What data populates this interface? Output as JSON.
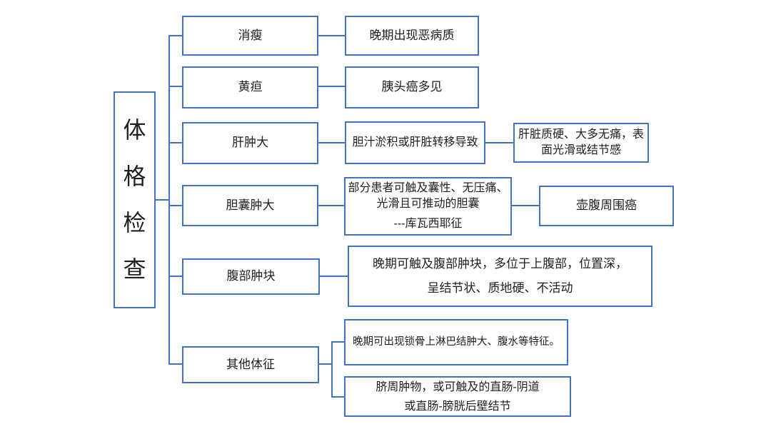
{
  "colors": {
    "accent": "#4472C4",
    "text": "#1f1f1f",
    "background": "#ffffff"
  },
  "diagram_title": "体格检查",
  "nodes": {
    "root": {
      "label": "体格检查",
      "chars": [
        "体",
        "格",
        "检",
        "查"
      ]
    },
    "emaciation": {
      "label": "消瘦"
    },
    "emaciation_desc": {
      "text": "晚期出现恶病质"
    },
    "jaundice": {
      "label": "黄疸"
    },
    "jaundice_desc": {
      "text": "胰头癌多见"
    },
    "hepatomegaly": {
      "label": "肝肿大"
    },
    "hepatomegaly_desc": {
      "text": "胆汁淤积或肝脏转移导致"
    },
    "hepatomegaly_detail": {
      "lines": [
        "肝脏质硬、大多无痛，表",
        "面光滑或结节感"
      ]
    },
    "gallbladder": {
      "label": "胆囊肿大"
    },
    "gallbladder_desc": {
      "lines": [
        "部分患者可触及囊性、无压痛、",
        "光滑且可推动的胆囊",
        "---库瓦西耶征"
      ]
    },
    "gallbladder_detail": {
      "text": "壶腹周围癌"
    },
    "abdominal_mass": {
      "label": "腹部肿块"
    },
    "abdominal_mass_desc": {
      "lines": [
        "晚期可触及腹部肿块，多位于上腹部，位置深，",
        "呈结节状、质地硬、不活动"
      ]
    },
    "other_signs": {
      "label": "其他体征"
    },
    "other_signs_desc1": {
      "text": "晚期可出现锁骨上淋巴结肿大、腹水等特征。"
    },
    "other_signs_desc2": {
      "lines": [
        "脐周肿物，或可触及的直肠-阴道",
        "或直肠-膀胱后壁结节"
      ]
    }
  }
}
